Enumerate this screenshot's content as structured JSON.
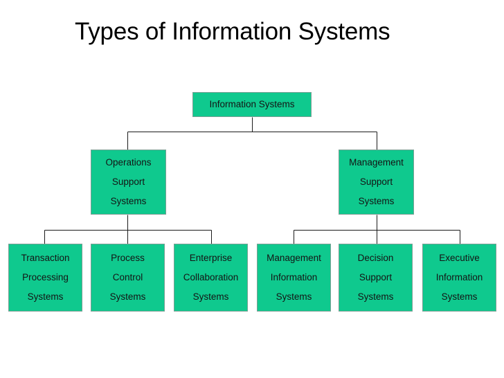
{
  "slide": {
    "title": "Types of Information Systems",
    "background_color": "#FFFFFF",
    "node_fill_color": "#0FC98E",
    "node_border_color": "#7A9E93",
    "connector_color": "#1A1A1A",
    "text_color": "#141414"
  },
  "diagram": {
    "type": "hierarchy-tree",
    "root": {
      "id": "information-systems",
      "label": "Information Systems",
      "lines": [
        "Information Systems"
      ]
    },
    "level2": [
      {
        "id": "operations-support-systems",
        "label": "Operations Support Systems",
        "lines": [
          "Operations",
          "Support",
          "Systems"
        ]
      },
      {
        "id": "management-support-systems",
        "label": "Management Support Systems",
        "lines": [
          "Management",
          "Support",
          "Systems"
        ]
      }
    ],
    "leaves": [
      {
        "id": "transaction-processing-systems",
        "label": "Transaction Processing Systems",
        "parent": "operations-support-systems",
        "lines": [
          "Transaction",
          "Processing",
          "Systems"
        ]
      },
      {
        "id": "process-control-systems",
        "label": "Process Control Systems",
        "parent": "operations-support-systems",
        "lines": [
          "Process",
          "Control",
          "Systems"
        ]
      },
      {
        "id": "enterprise-collaboration-systems",
        "label": "Enterprise Collaboration Systems",
        "parent": "operations-support-systems",
        "lines": [
          "Enterprise",
          "Collaboration",
          "Systems"
        ]
      },
      {
        "id": "management-information-systems",
        "label": "Management Information Systems",
        "parent": "management-support-systems",
        "lines": [
          "Management",
          "Information",
          "Systems"
        ]
      },
      {
        "id": "decision-support-systems",
        "label": "Decision Support Systems",
        "parent": "management-support-systems",
        "lines": [
          "Decision",
          "Support",
          "Systems"
        ]
      },
      {
        "id": "executive-information-systems",
        "label": "Executive Information Systems",
        "parent": "management-support-systems",
        "lines": [
          "Executive",
          "Information",
          "Systems"
        ]
      }
    ]
  }
}
